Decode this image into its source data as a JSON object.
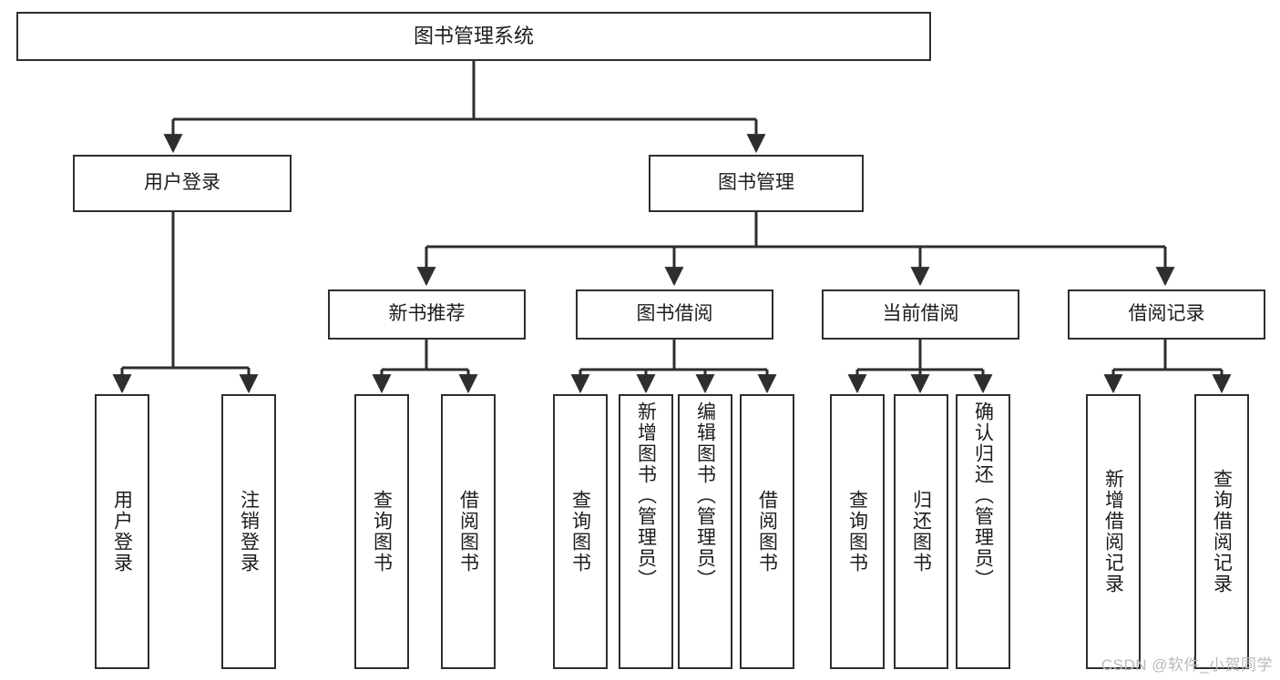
{
  "diagram": {
    "title": "图书管理系统",
    "type": "tree-hierarchy",
    "watermark": "CSDN @软件_小贺同学",
    "colors": {
      "stroke": "#2e2e2e",
      "fill": "#ffffff",
      "text": "#1c1c1c",
      "watermark": "#b9b9b9"
    }
  },
  "nodes": {
    "root": {
      "label": "图书管理系统"
    },
    "level2": [
      {
        "label": "用户登录"
      },
      {
        "label": "图书管理"
      }
    ],
    "level3": [
      {
        "label": "新书推荐"
      },
      {
        "label": "图书借阅"
      },
      {
        "label": "当前借阅"
      },
      {
        "label": "借阅记录"
      }
    ],
    "leaves": {
      "user_login": [
        {
          "label": "用户登录"
        },
        {
          "label": "注销登录"
        }
      ],
      "new_book_recommend": [
        {
          "label": "查询图书"
        },
        {
          "label": "借阅图书"
        }
      ],
      "book_borrow": [
        {
          "label": "查询图书"
        },
        {
          "label": "新增图书（管理员）"
        },
        {
          "label": "编辑图书（管理员）"
        },
        {
          "label": "借阅图书"
        }
      ],
      "current_borrow": [
        {
          "label": "查询图书"
        },
        {
          "label": "归还图书"
        },
        {
          "label": "确认归还（管理员）"
        }
      ],
      "borrow_record": [
        {
          "label": "新增借阅记录"
        },
        {
          "label": "查询借阅记录"
        }
      ]
    }
  }
}
